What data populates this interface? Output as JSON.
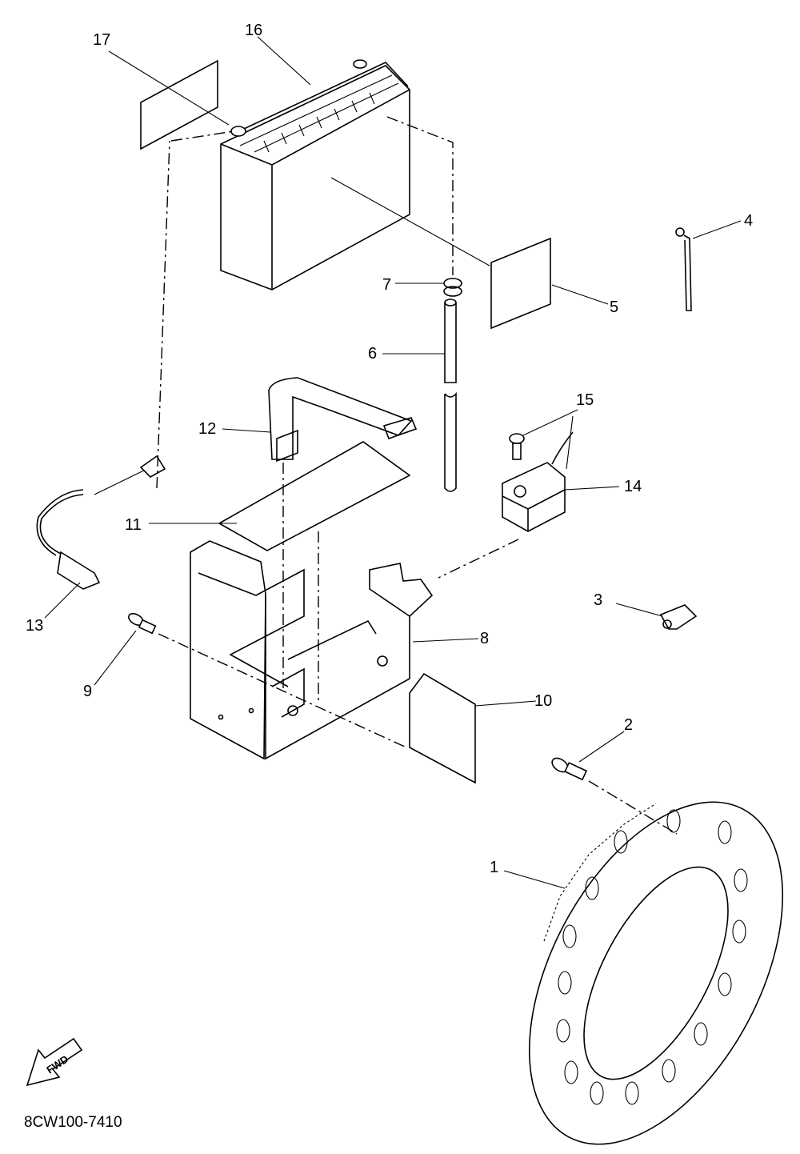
{
  "diagram": {
    "callouts": [
      {
        "id": "c1",
        "text": "1"
      },
      {
        "id": "c2",
        "text": "2"
      },
      {
        "id": "c3",
        "text": "3"
      },
      {
        "id": "c4",
        "text": "4"
      },
      {
        "id": "c5",
        "text": "5"
      },
      {
        "id": "c6",
        "text": "6"
      },
      {
        "id": "c7",
        "text": "7"
      },
      {
        "id": "c8",
        "text": "8"
      },
      {
        "id": "c9",
        "text": "9"
      },
      {
        "id": "c10",
        "text": "10"
      },
      {
        "id": "c11",
        "text": "11"
      },
      {
        "id": "c12",
        "text": "12"
      },
      {
        "id": "c13",
        "text": "13"
      },
      {
        "id": "c14",
        "text": "14"
      },
      {
        "id": "c15",
        "text": "15"
      },
      {
        "id": "c16",
        "text": "16"
      },
      {
        "id": "c17",
        "text": "17"
      }
    ],
    "fwd_label": "FWD",
    "diagram_code": "8CW100-7410"
  }
}
